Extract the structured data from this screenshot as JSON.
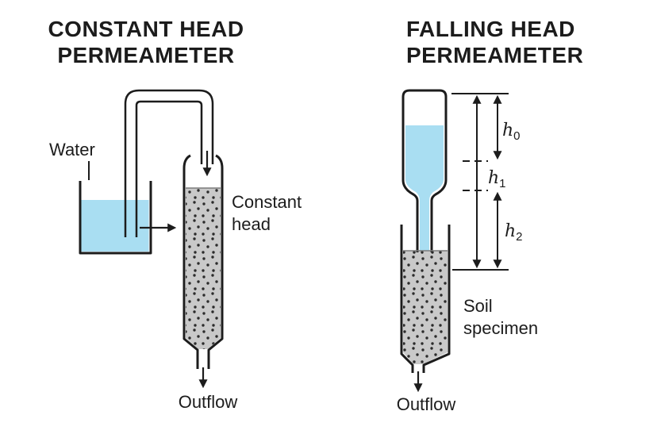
{
  "colors": {
    "background": "#ffffff",
    "outline": "#1c1c1c",
    "text": "#1c1c1c",
    "water": "#a9def2",
    "soil": "#c9c9c9",
    "soil_dot": "#2b2b2b",
    "soil_edge": "#7a7a7a"
  },
  "left_diagram": {
    "title_line1": "CONSTANT HEAD",
    "title_line2": "PERMEAMETER",
    "water_label": "Water",
    "constant_head_line1": "Constant",
    "constant_head_line2": "head",
    "outflow_label": "Outflow"
  },
  "right_diagram": {
    "title_line1": "FALLING HEAD",
    "title_line2": "PERMEAMETER",
    "soil_specimen_line1": "Soil",
    "soil_specimen_line2": "specimen",
    "outflow_label": "Outflow",
    "dims": {
      "h0": {
        "base": "h",
        "sub": "0"
      },
      "h1": {
        "base": "h",
        "sub": "1"
      },
      "h2": {
        "base": "h",
        "sub": "2"
      }
    }
  }
}
